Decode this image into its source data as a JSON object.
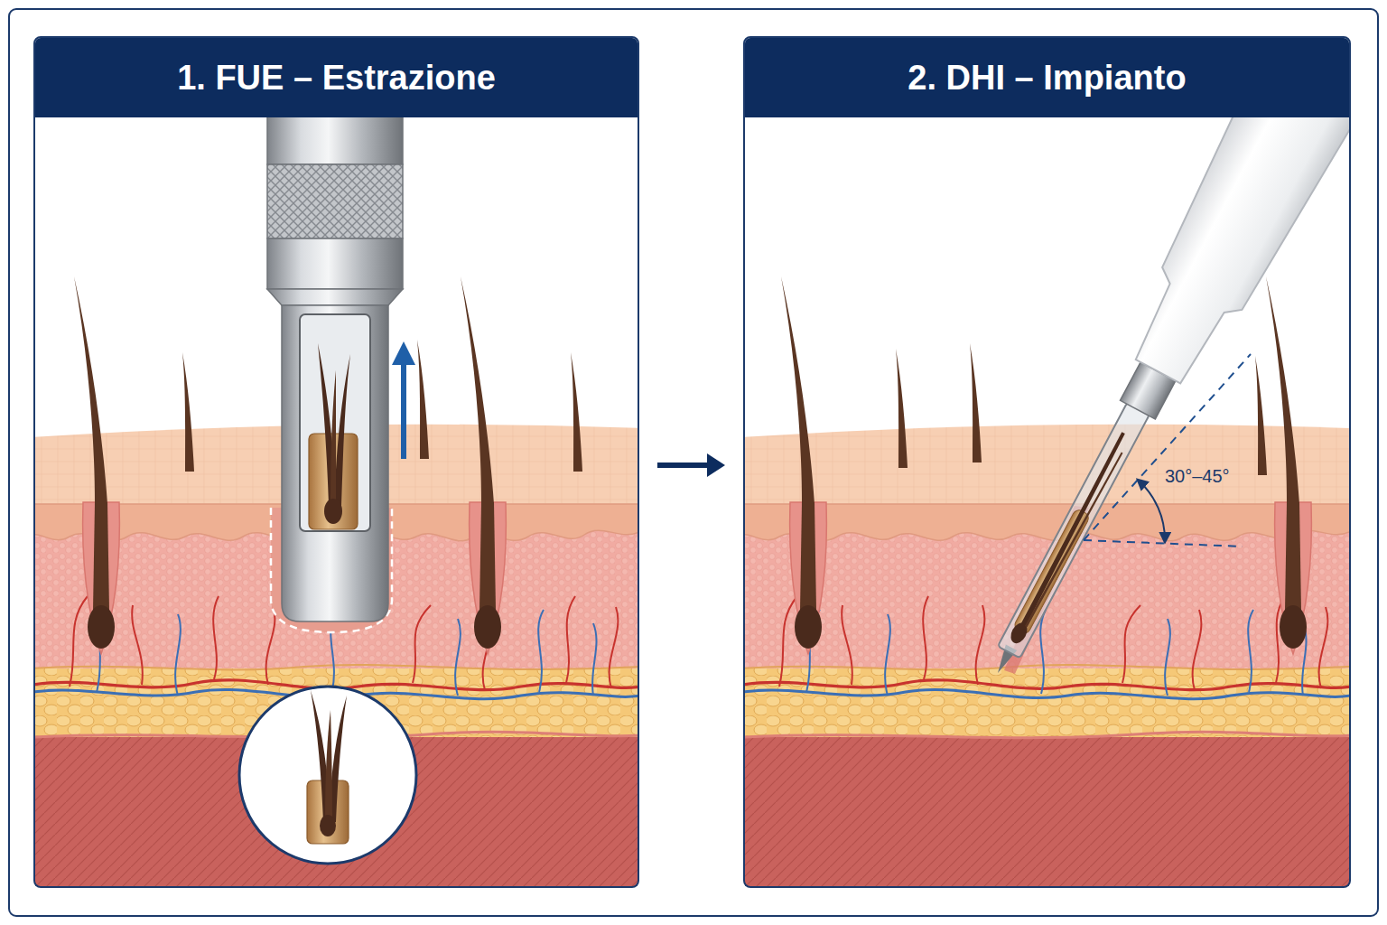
{
  "diagram": {
    "nodes": [
      {
        "text": [
          "1. FUE – Estrazione"
        ]
      },
      {
        "text": [
          "2. DHI – Impianto"
        ]
      }
    ],
    "edges": [
      {
        "from": 0,
        "to": 1,
        "arrow": "to"
      }
    ],
    "labels": [
      "30°–45°"
    ]
  }
}
